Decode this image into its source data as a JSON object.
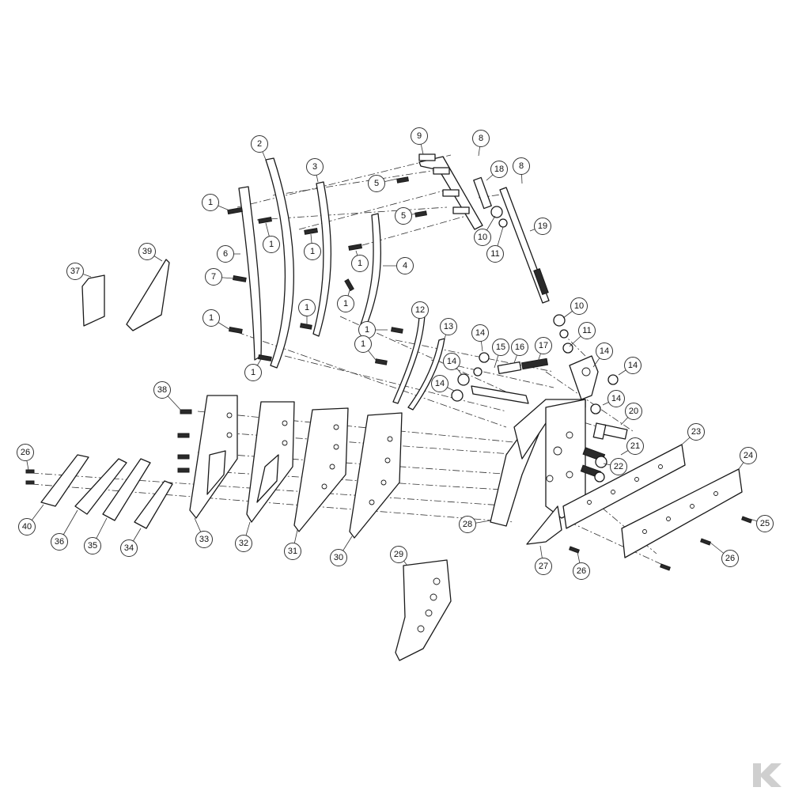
{
  "diagram": {
    "callout_numbers": [
      "1",
      "2",
      "3",
      "4",
      "5",
      "6",
      "7",
      "8",
      "9",
      "10",
      "11",
      "12",
      "13",
      "14",
      "15",
      "16",
      "17",
      "18",
      "19",
      "20",
      "21",
      "22",
      "23",
      "24",
      "25",
      "26",
      "27",
      "28",
      "29",
      "30",
      "31",
      "32",
      "33",
      "34",
      "35",
      "36",
      "37",
      "38",
      "39",
      "40"
    ]
  }
}
